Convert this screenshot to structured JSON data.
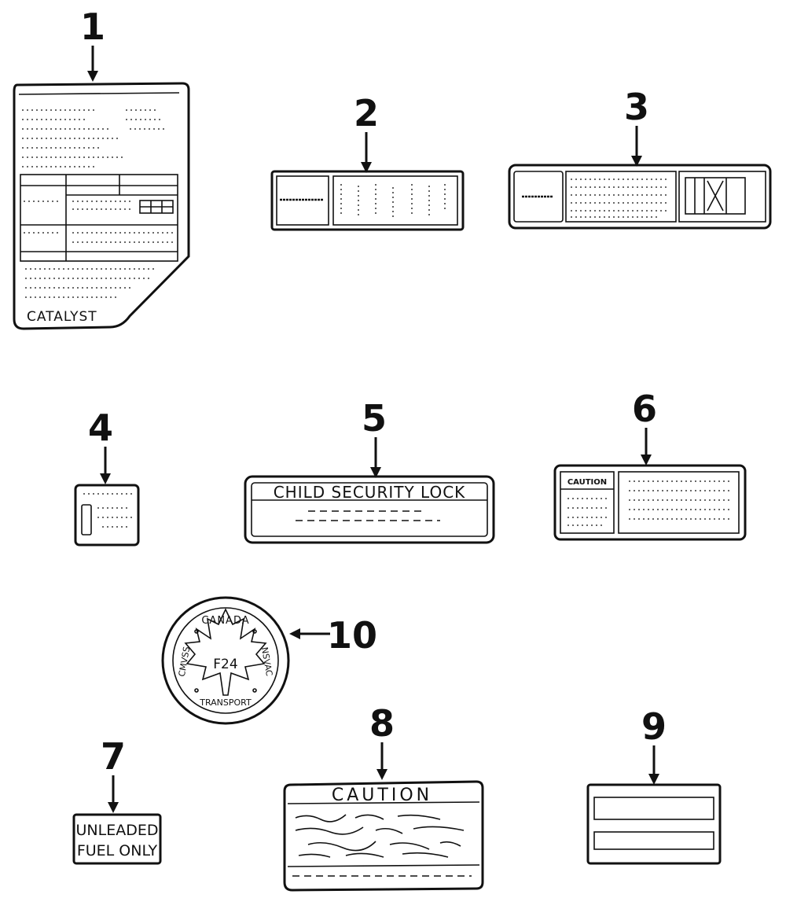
{
  "callouts": [
    {
      "id": "1",
      "label": "1"
    },
    {
      "id": "2",
      "label": "2"
    },
    {
      "id": "3",
      "label": "3"
    },
    {
      "id": "4",
      "label": "4"
    },
    {
      "id": "5",
      "label": "5"
    },
    {
      "id": "6",
      "label": "6"
    },
    {
      "id": "7",
      "label": "7"
    },
    {
      "id": "8",
      "label": "8"
    },
    {
      "id": "9",
      "label": "9"
    },
    {
      "id": "10",
      "label": "10"
    }
  ],
  "labels": {
    "catalyst": "CATALYST",
    "child_lock": "CHILD SECURITY LOCK",
    "caution_small": "CAUTION",
    "caution_large": "CAUTION",
    "unleaded_line1": "UNLEADED",
    "unleaded_line2": "FUEL ONLY",
    "seal_top": "CANADA",
    "seal_right": "NSVAC",
    "seal_left": "CMVSS",
    "seal_bottom": "TRANSPORT",
    "seal_center": "F24"
  }
}
